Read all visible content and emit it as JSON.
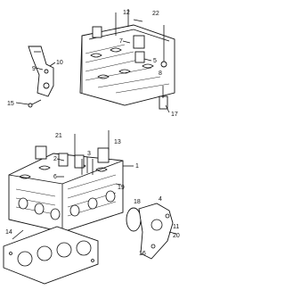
{
  "diagram": {
    "callouts": [
      "12",
      "22",
      "7",
      "9",
      "5",
      "10",
      "8",
      "15",
      "17",
      "21",
      "13",
      "2",
      "6",
      "19",
      "1",
      "14",
      "4",
      "18",
      "3",
      "16",
      "11",
      "20"
    ]
  }
}
